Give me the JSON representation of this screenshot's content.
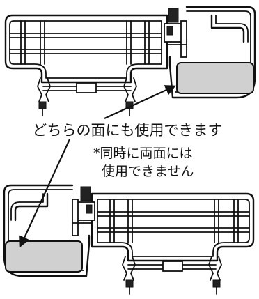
{
  "labels": {
    "main_caption": "どちらの面にも使用できます",
    "note_line1": "*同時に両面には",
    "note_line2": "使用できません"
  },
  "colors": {
    "line": "#111111",
    "panel_fill": "#d0d0d0",
    "background": "#ffffff"
  }
}
